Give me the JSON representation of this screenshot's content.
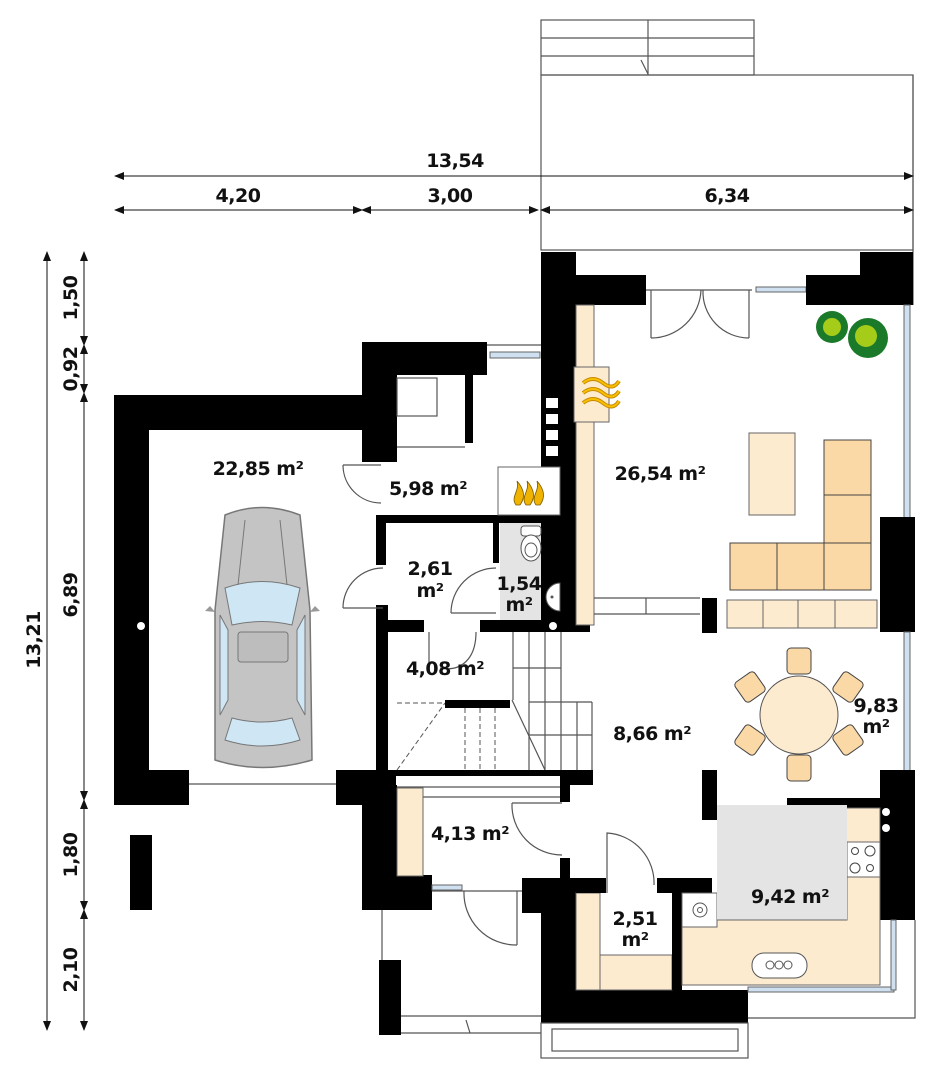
{
  "plan": {
    "type": "ground floor plan",
    "dimensions": {
      "horizontal": {
        "total": "13,54",
        "segments": [
          "4,20",
          "3,00",
          "6,34"
        ]
      },
      "vertical": {
        "total": "13,21",
        "segments": [
          "1,50",
          "0,92",
          "6,89",
          "1,80",
          "2,10"
        ]
      }
    },
    "rooms": [
      {
        "id": "garage",
        "area": "22,85 m²"
      },
      {
        "id": "boiler-room",
        "area": "5,98 m²"
      },
      {
        "id": "living-room",
        "area": "26,54 m²"
      },
      {
        "id": "hall-small",
        "area": "2,61",
        "unit": "m²"
      },
      {
        "id": "wc",
        "area": "1,54",
        "unit": "m²"
      },
      {
        "id": "corridor",
        "area": "4,08 m²"
      },
      {
        "id": "hall-stairs",
        "area": "8,66 m²"
      },
      {
        "id": "dining",
        "area": "9,83",
        "unit": "m²"
      },
      {
        "id": "vestibule",
        "area": "4,13 m²"
      },
      {
        "id": "pantry",
        "area": "2,51",
        "unit": "m²"
      },
      {
        "id": "kitchen",
        "area": "9,42 m²"
      }
    ],
    "colors": {
      "wall": "#000000",
      "furniture_fill": "#fdebd0",
      "sofa_fill": "#fbd9a6",
      "window_glass": "#cfe0f0",
      "wet_room_floor": "#e4e4e4",
      "car_body": "#c4c4c4",
      "car_glass": "#cfe6f5",
      "plant_dark": "#1a7a2a",
      "plant_light": "#a6cc1a",
      "fire": "#f0b400"
    }
  }
}
